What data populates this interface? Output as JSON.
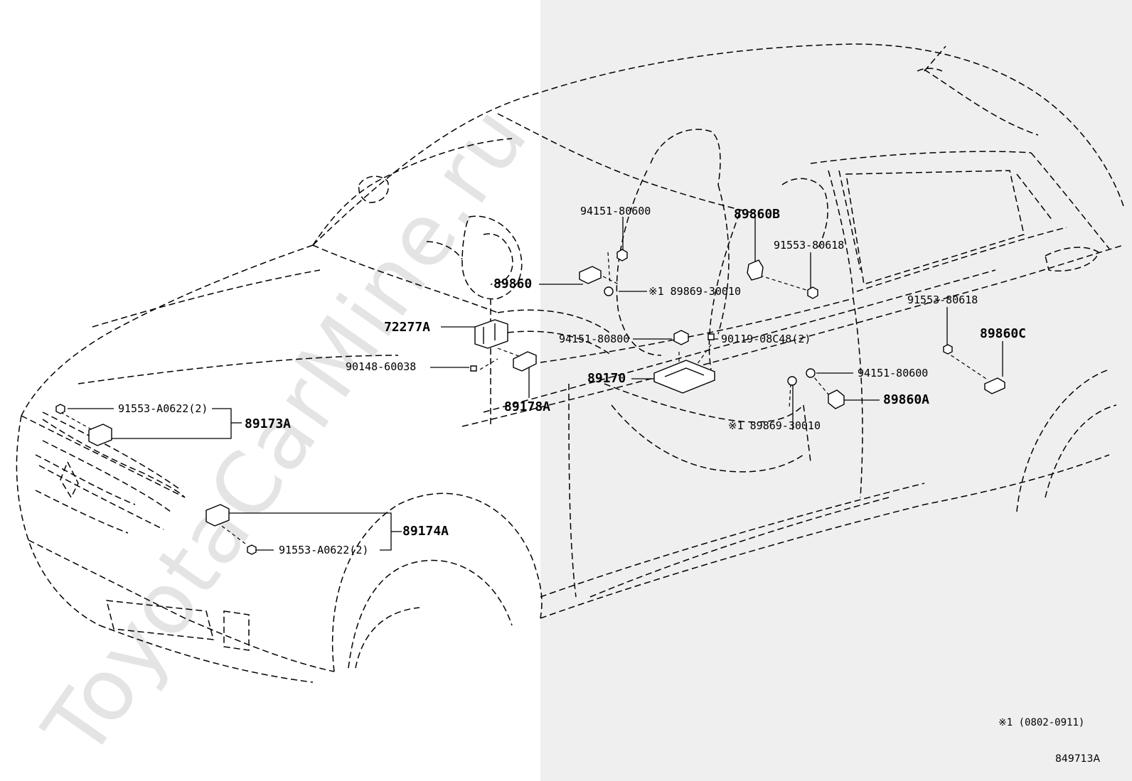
{
  "watermark": "ToyotaCarMine.ru",
  "diagram_code": "849713A",
  "footnote": "※1 (0802-0911)",
  "labels": {
    "p94151_80600_top": "94151-80600",
    "p89860B": "89860B",
    "p91553_80618_a": "91553-80618",
    "p89860": "89860",
    "p89869_30010_a": "※1 89869-30010",
    "p72277A": "72277A",
    "p94151_80800": "94151-80800",
    "p90119_08C48": "90119-08C48(2)",
    "p91553_80618_b": "91553-80618",
    "p89860C": "89860C",
    "p90148_60038": "90148-60038",
    "p89170": "89170",
    "p94151_80600_b": "94151-80600",
    "p89178A": "89178A",
    "p89860A": "89860A",
    "p89869_30010_b": "※1 89869-30010",
    "p91553_A0622_a": "91553-A0622(2)",
    "p89173A": "89173A",
    "p89174A": "89174A",
    "p91553_A0622_b": "91553-A0622(2)"
  }
}
